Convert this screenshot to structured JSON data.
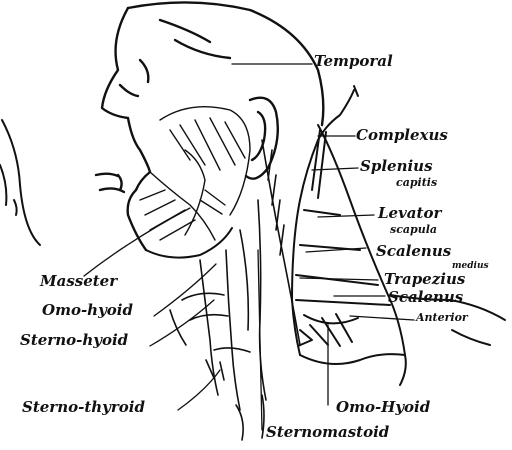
{
  "figure": {
    "ink_color": "#111111",
    "paper_color": "#ffffff"
  },
  "labels": {
    "temporal": "Temporal",
    "complexus": "Complexus",
    "splenius": "Splenius",
    "capitis": "capitis",
    "levator": "Levator",
    "scapula": "scapula",
    "scalenus_medius": "Scalenus",
    "medius": "medius",
    "trapezius": "Trapezius",
    "scalenus_anterior": "Scalenus",
    "anterior": "Anterior",
    "masseter": "Masseter",
    "omo_hyoid_left": "Omo-hyoid",
    "sterno_hyoid": "Sterno-hyoid",
    "sterno_thyroid": "Sterno-thyroid",
    "omo_hyoid_right": "Omo-Hyoid",
    "sternomastoid": "Sternomastoid"
  }
}
